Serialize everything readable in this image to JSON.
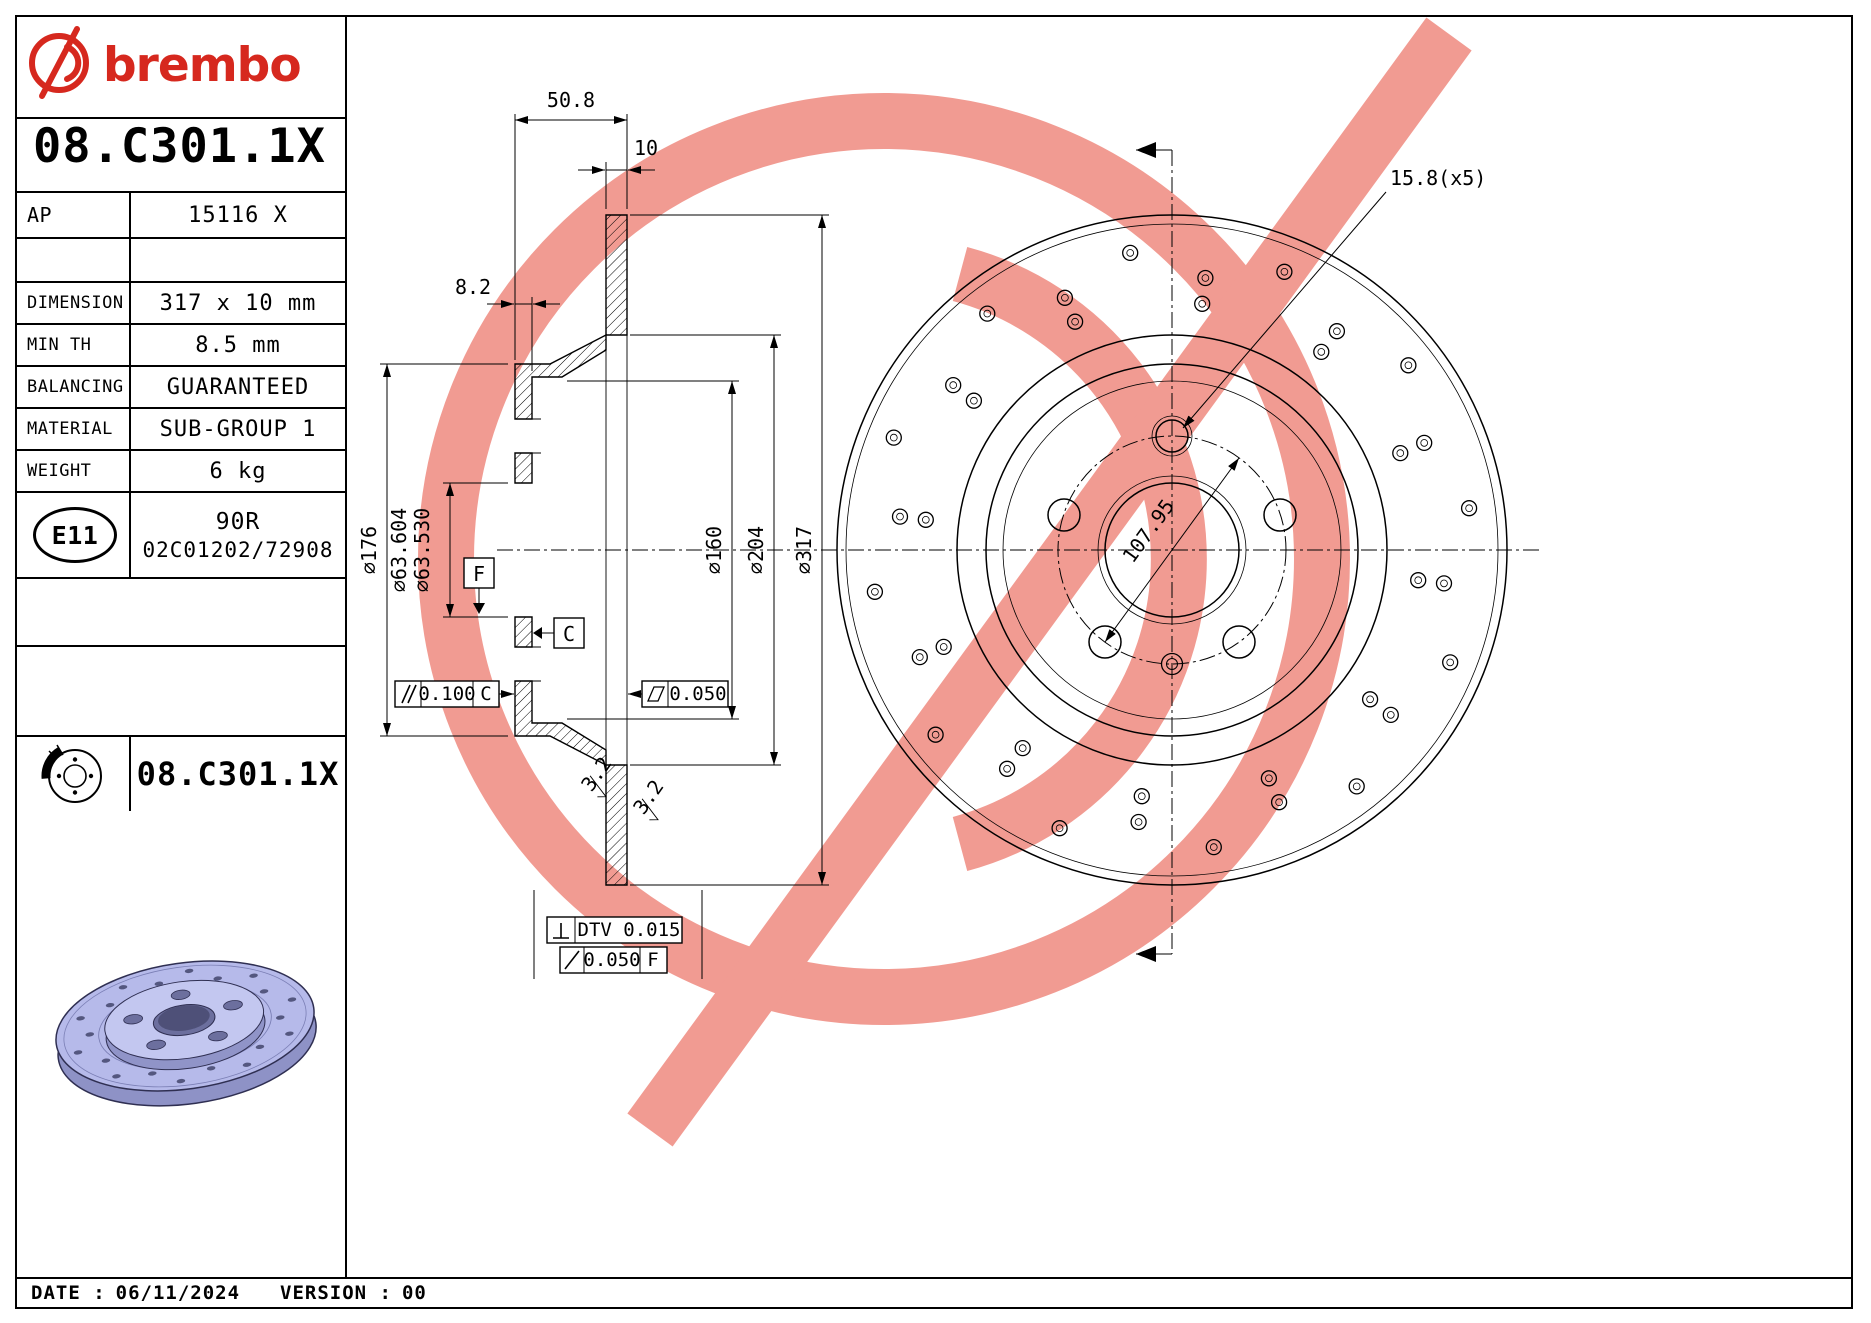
{
  "brand": {
    "wordmark": "brembo"
  },
  "header": {
    "part_number": "08.C301.1X"
  },
  "info": {
    "ap_label": "AP",
    "ap_value": "15116 X",
    "rows": [
      {
        "label": "DIMENSION",
        "value": "317 x 10 mm"
      },
      {
        "label": "MIN TH",
        "value": "8.5 mm"
      },
      {
        "label": "BALANCING",
        "value": "GUARANTEED"
      },
      {
        "label": "MATERIAL",
        "value": "SUB-GROUP 1"
      },
      {
        "label": "WEIGHT",
        "value": "6 kg"
      }
    ],
    "homologation": {
      "badge": "E11",
      "line1": "90R",
      "line2": "02C01202/72908"
    },
    "part_number_repeat": "08.C301.1X"
  },
  "footer": {
    "date_label": "DATE :",
    "date": "06/11/2024",
    "version_label": "VERSION :",
    "version": "00"
  },
  "drawing": {
    "dims": {
      "overall_width": "50.8",
      "disc_thickness": "10",
      "flange_thickness": "8.2",
      "dia_hat": "⌀176",
      "dia_bore_outer": "⌀63.604",
      "dia_bore_inner": "⌀63.530",
      "dia_inner_face": "⌀160",
      "dia_friction_inner": "⌀204",
      "dia_outer": "⌀317",
      "bolt_hole": "15.8(x5)",
      "bolt_circle": "107.95",
      "roughness": "3.2"
    },
    "gdt": {
      "datum_f": "F",
      "datum_c": "C",
      "parallelism_value": "0.100",
      "parallelism_datum": "C",
      "flatness_value": "0.050",
      "dtv": "DTV 0.015",
      "runout_value": "0.050",
      "runout_datum": "F"
    }
  },
  "colors": {
    "brand_red": "#d6281e",
    "watermark_salmon": "#f19b92",
    "disc_face": "#b6baea",
    "disc_hub": "#c3c7f0",
    "disc_side": "#8e92c6",
    "disc_hole": "#54577f"
  }
}
